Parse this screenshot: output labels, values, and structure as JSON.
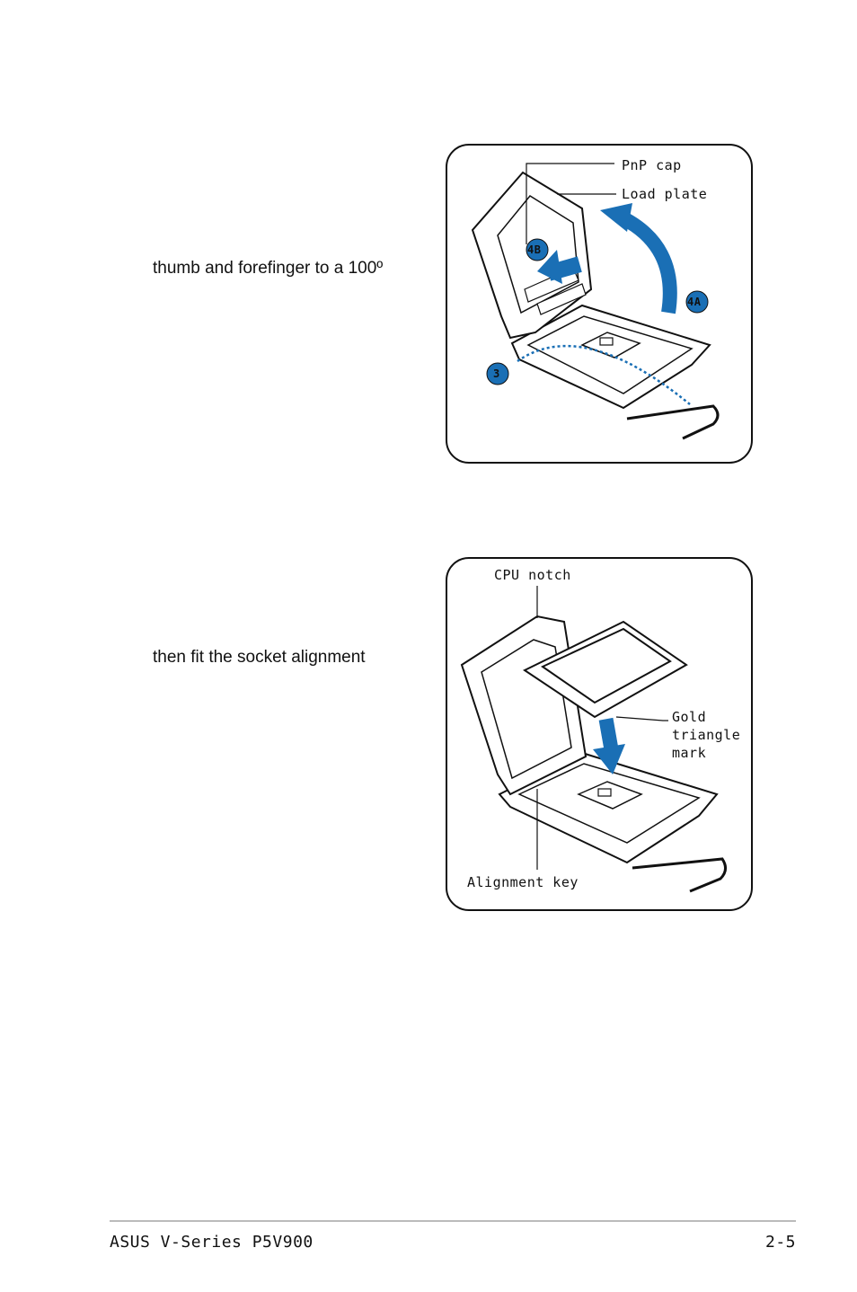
{
  "step3_text": "thumb and forefinger to a 100º",
  "step4_text": "then fit the socket alignment",
  "figure1": {
    "pnp_cap": "PnP cap",
    "load_plate": "Load plate",
    "step_3": "3",
    "step_4a": "4A",
    "step_4b": "4B",
    "accent_color": "#1a6fb5"
  },
  "figure2": {
    "cpu_notch": "CPU notch",
    "gold_triangle_line1": "Gold",
    "gold_triangle_line2": "triangle",
    "gold_triangle_line3": "mark",
    "alignment_key": "Alignment key",
    "accent_color": "#1a6fb5"
  },
  "footer": {
    "left": "ASUS V-Series P5V900",
    "right": "2-5"
  }
}
